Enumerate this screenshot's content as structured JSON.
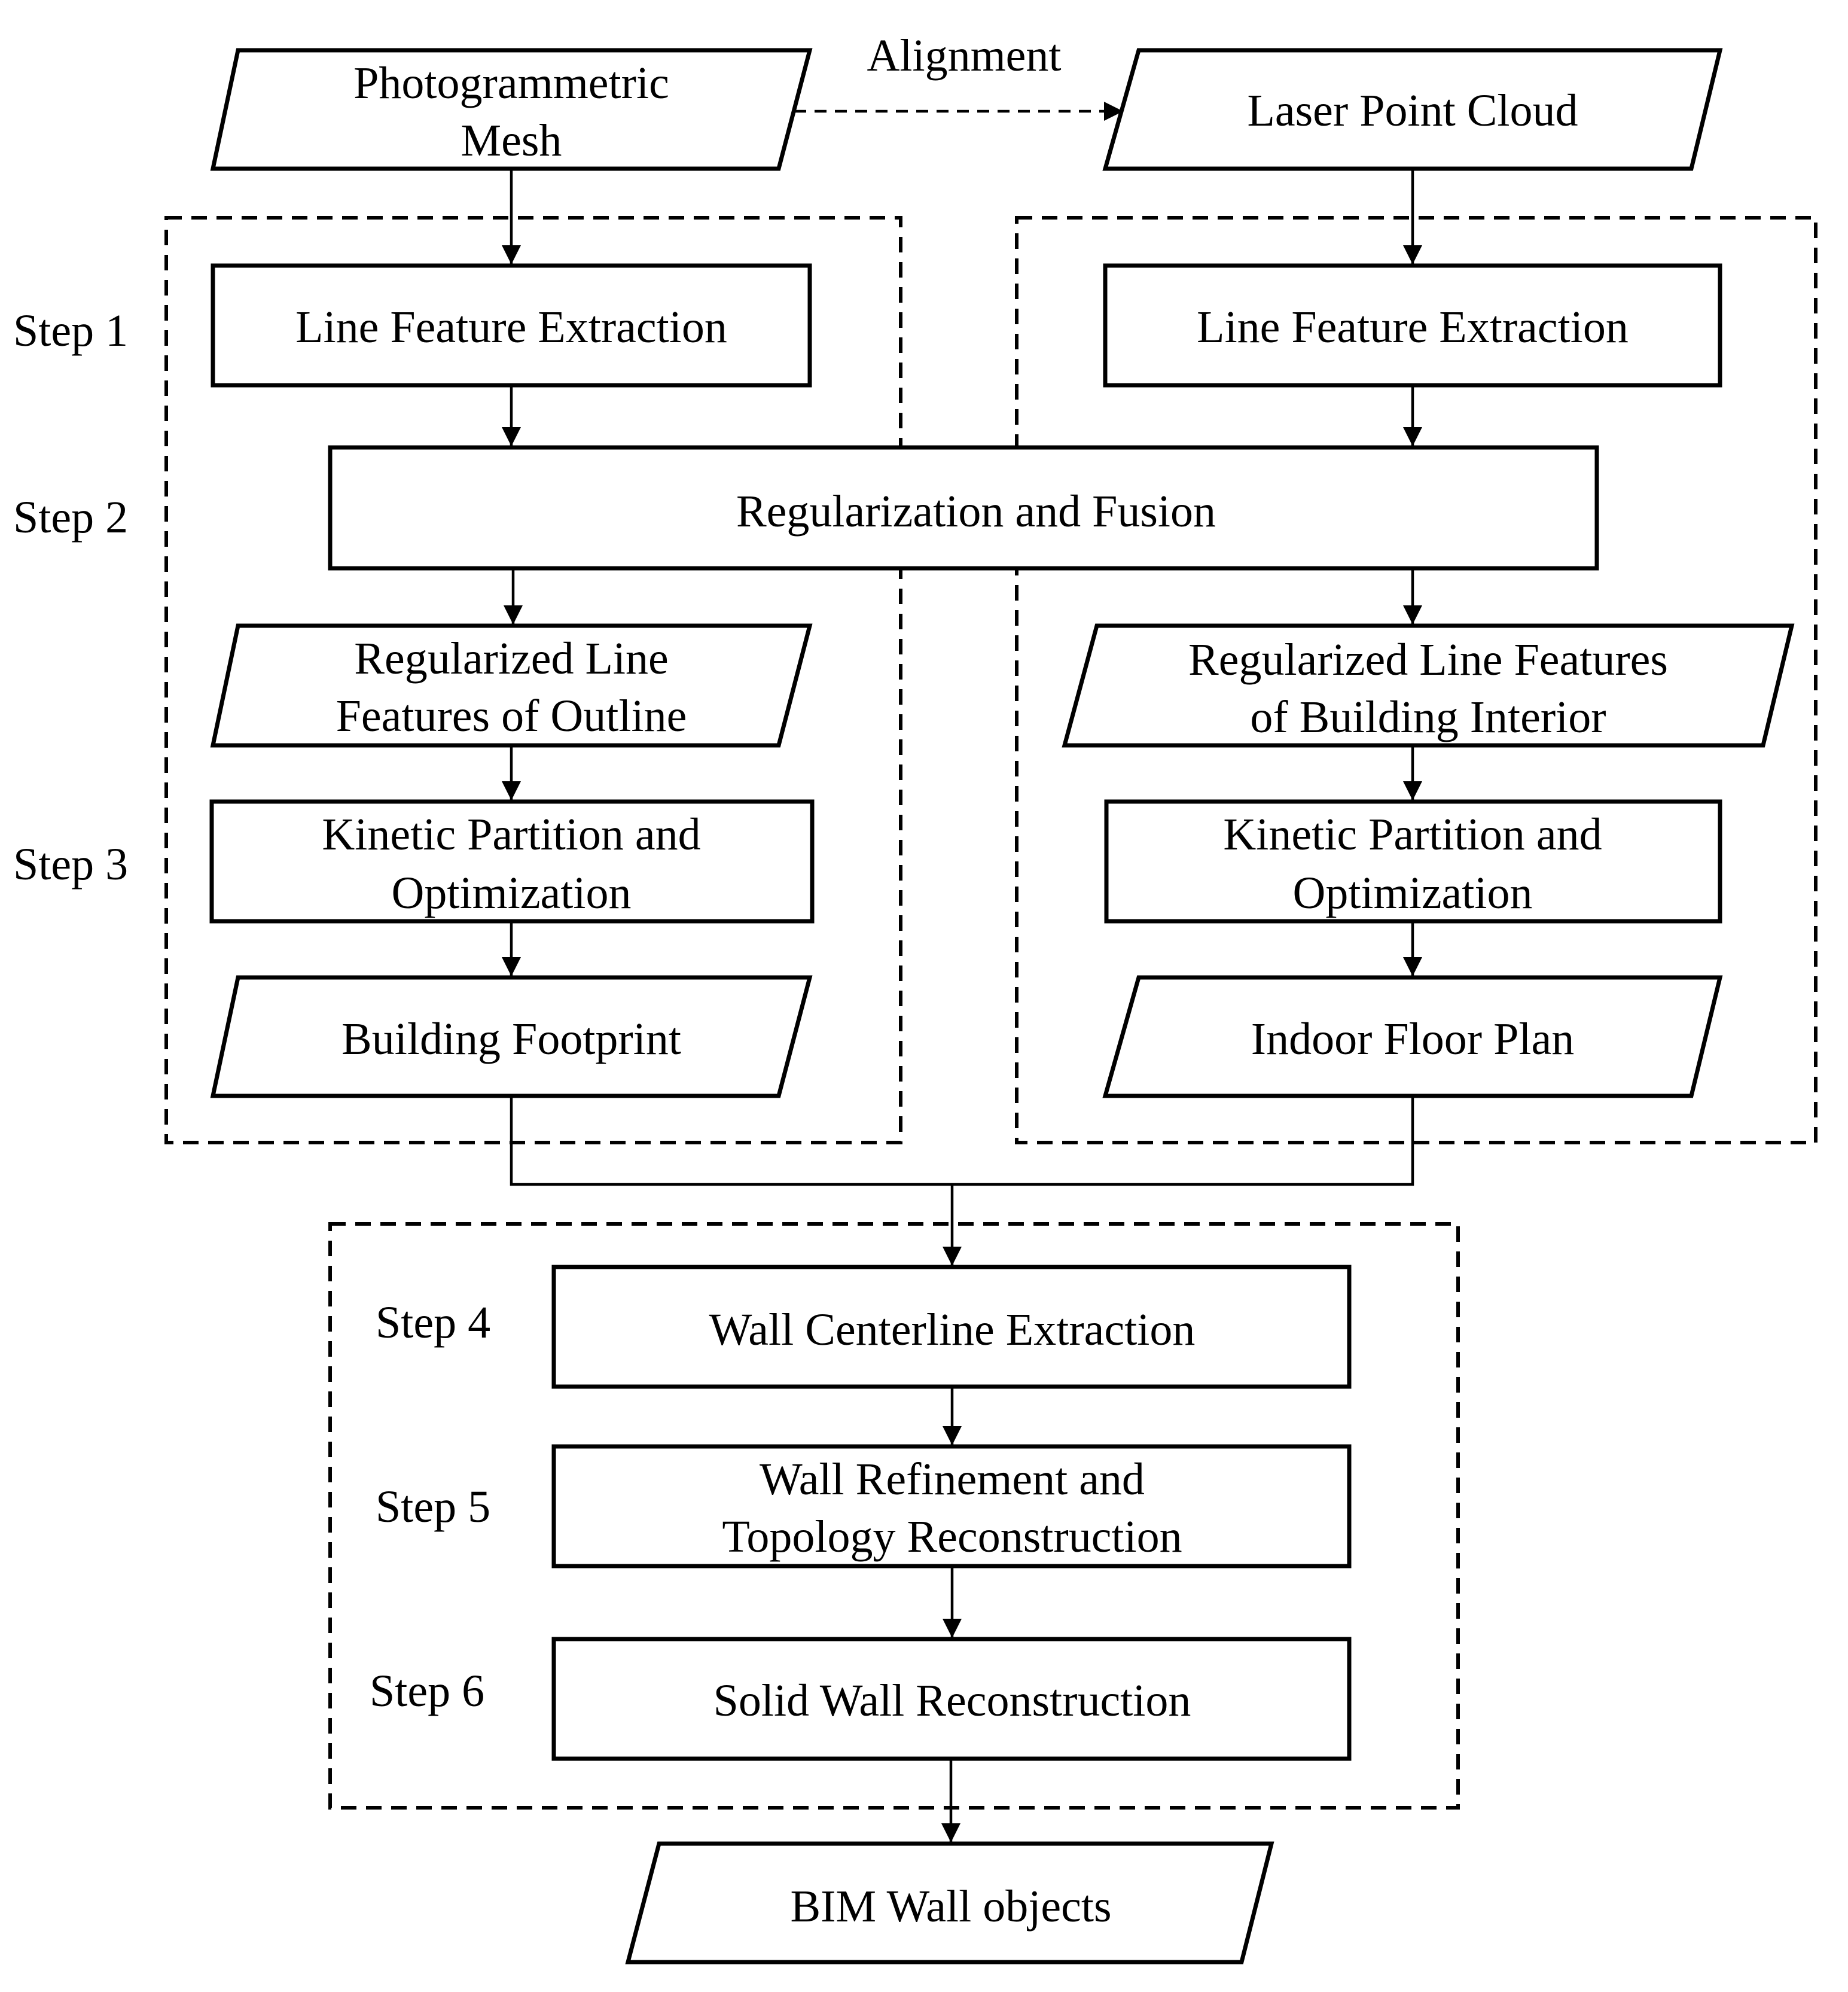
{
  "diagram": {
    "alignment_label": "Alignment",
    "steps": {
      "step1": "Step 1",
      "step2": "Step 2",
      "step3": "Step 3",
      "step4": "Step 4",
      "step5": "Step 5",
      "step6": "Step 6"
    },
    "nodes": {
      "photogrammetric_mesh": [
        "Photogrammetric",
        "Mesh"
      ],
      "laser_point_cloud": [
        "Laser Point Cloud"
      ],
      "line_feature_extraction_left": [
        "Line Feature Extraction"
      ],
      "line_feature_extraction_right": [
        "Line Feature Extraction"
      ],
      "regularization_fusion": [
        "Regularization and Fusion"
      ],
      "regularized_outline": [
        "Regularized Line",
        "Features of Outline"
      ],
      "regularized_interior": [
        "Regularized Line Features",
        "of Building Interior"
      ],
      "kinetic_left": [
        "Kinetic Partition and",
        "Optimization"
      ],
      "kinetic_right": [
        "Kinetic Partition and",
        "Optimization"
      ],
      "building_footprint": [
        "Building Footprint"
      ],
      "indoor_floor_plan": [
        "Indoor Floor Plan"
      ],
      "wall_centerline": [
        "Wall Centerline Extraction"
      ],
      "wall_refinement": [
        "Wall Refinement and",
        "Topology Reconstruction"
      ],
      "solid_wall": [
        "Solid Wall Reconstruction"
      ],
      "bim_wall_objects": [
        "BIM Wall objects"
      ]
    }
  }
}
